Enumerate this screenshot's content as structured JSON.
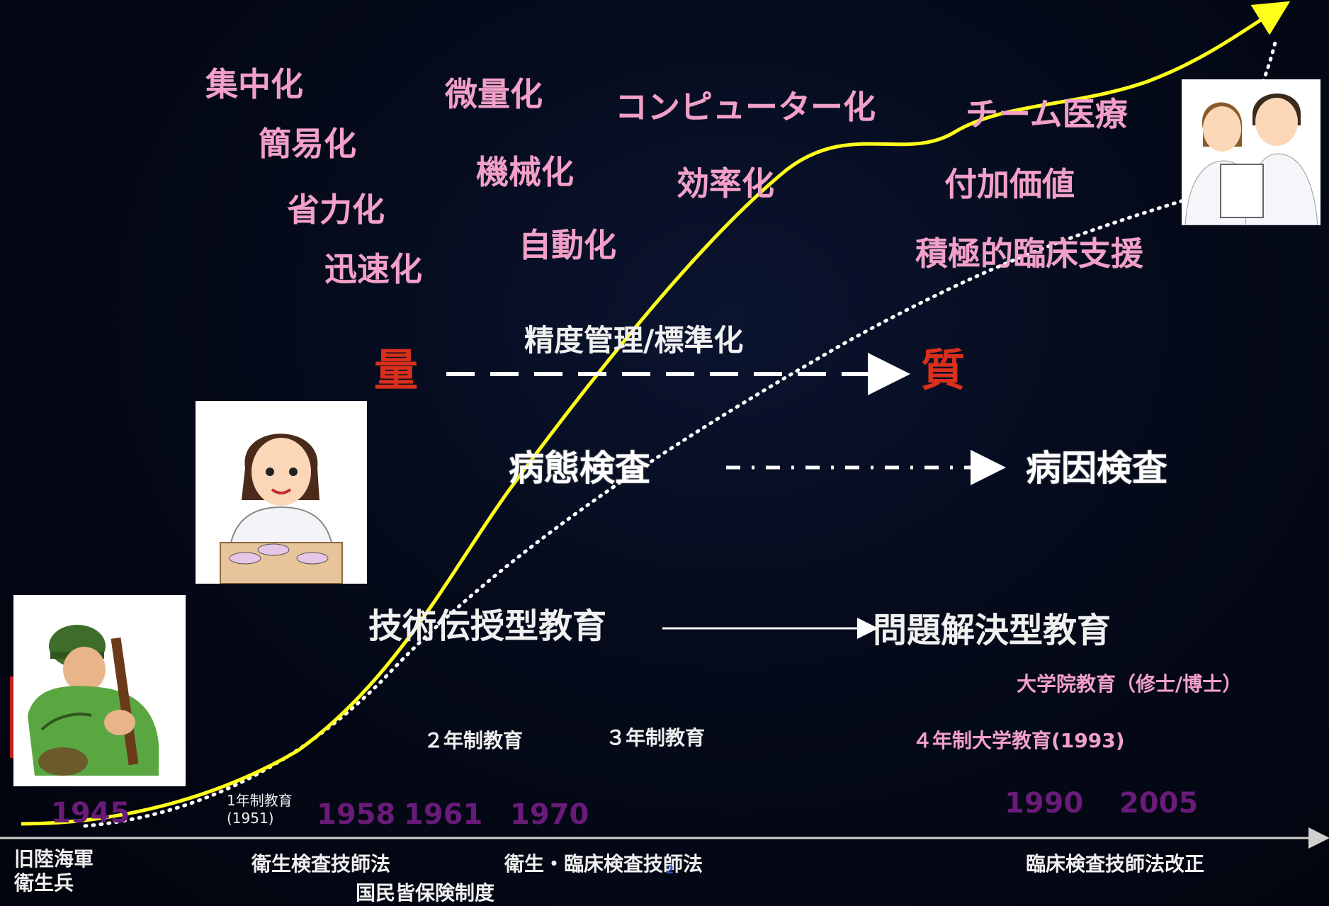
{
  "top_keywords": [
    "集中化",
    "簡易化",
    "省力化",
    "迅速化",
    "微量化",
    "機械化",
    "自動化",
    "コンピューター化",
    "効率化",
    "チーム医療",
    "付加価値",
    "積極的臨床支援"
  ],
  "middle": {
    "quality_control": "精度管理/標準化",
    "quantity": "量",
    "quality": "質",
    "pathology_test": "病態検査",
    "etiology_test": "病因検査",
    "skill_education": "技術伝授型教育",
    "problem_education": "問題解決型教育"
  },
  "education": {
    "two_year": "２年制教育",
    "three_year": "３年制教育",
    "graduate": "大学院教育（修士/博士）",
    "four_year_univ": "４年制大学教育(1993)",
    "one_year": "1年制教育",
    "one_year_date": "(1951)"
  },
  "years": [
    "1945",
    "1958",
    "1961",
    "1970",
    "1990",
    "2005"
  ],
  "timeline_events": {
    "origin_line1": "旧陸海軍",
    "origin_line2": "衛生兵",
    "law_1958": "衛生検査技師法",
    "insurance": "国民皆保険制度",
    "law_1970": "衛生・臨床検査技師法",
    "law_2005": "臨床検査技師法改正"
  },
  "page_number": "2",
  "colors": {
    "background": "#050a1a",
    "curve": "#ffff1a",
    "keyword": "#f2a0c8",
    "year": "#6a1a78",
    "accent_red": "#d8301c"
  },
  "icons": [
    "soldier-illustration",
    "lab-technician-illustration",
    "medical-team-illustration"
  ]
}
